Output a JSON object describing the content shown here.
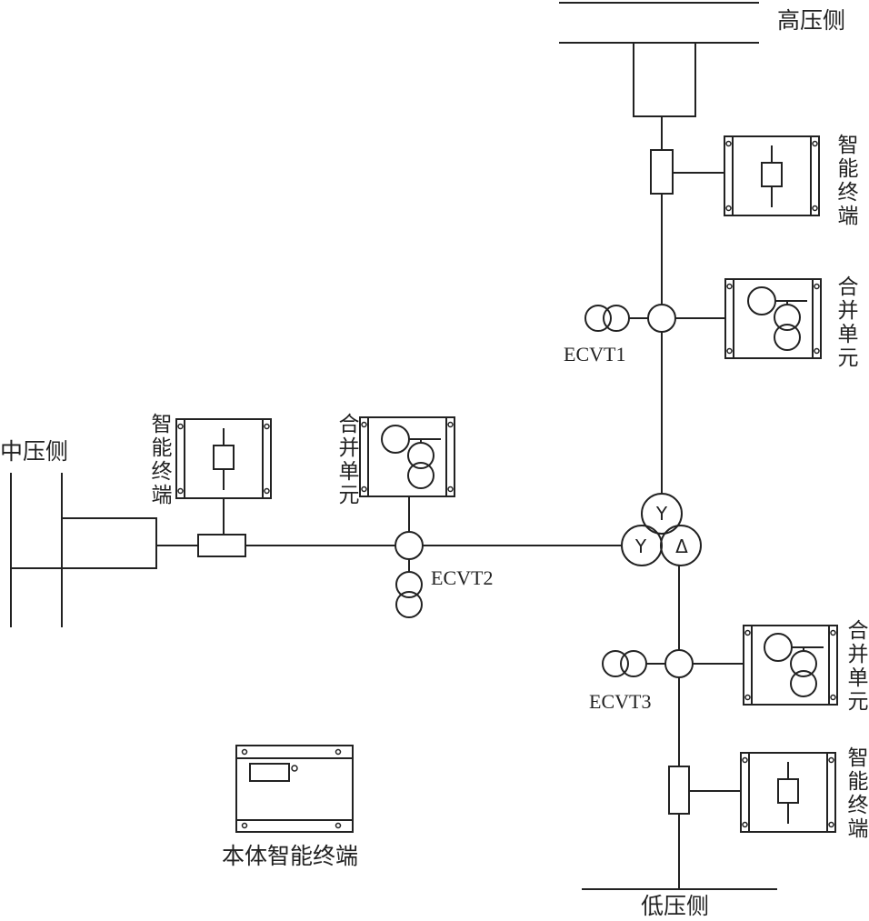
{
  "buses": {
    "high_voltage": "高压侧",
    "medium_voltage": "中压侧",
    "low_voltage": "低压侧"
  },
  "high_side": {
    "smart_terminal": "智能终端",
    "merging_unit": "合并单元",
    "ecvt": "ECVT1"
  },
  "medium_side": {
    "smart_terminal": "智能终端",
    "merging_unit": "合并单元",
    "ecvt": "ECVT2"
  },
  "low_side": {
    "smart_terminal": "智能终端",
    "merging_unit": "合并单元",
    "ecvt": "ECVT3"
  },
  "transformer": {
    "top_winding": "Y",
    "left_winding": "Y",
    "right_winding": "Δ"
  },
  "body_smart_terminal": {
    "label": "本体智能终端"
  },
  "colors": {
    "line": "#222222",
    "background": "#ffffff"
  }
}
